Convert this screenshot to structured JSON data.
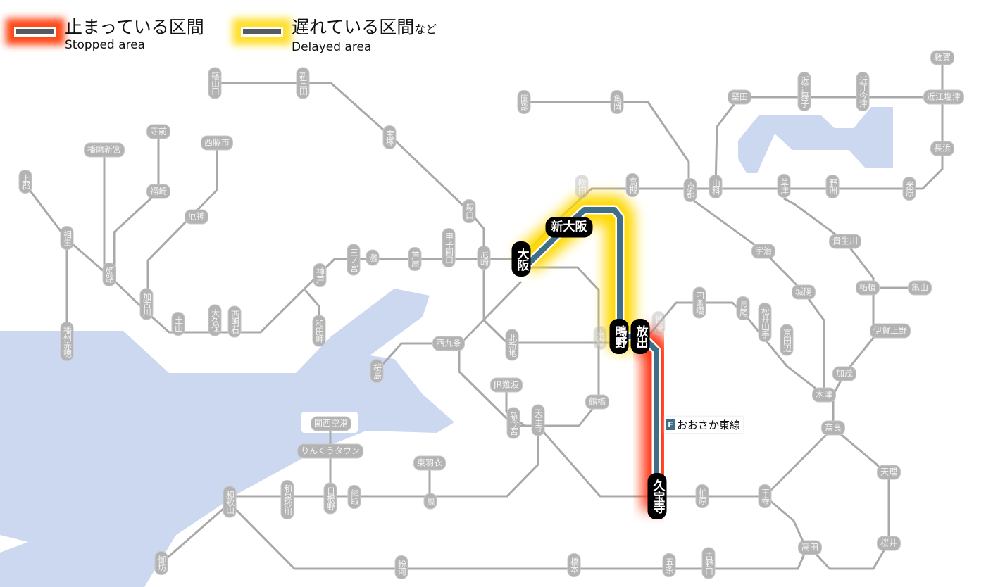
{
  "legend": {
    "stopped": {
      "jp": "止まっている区間",
      "en": "Stopped area",
      "color": "#ff3a10"
    },
    "delayed": {
      "jp": "遅れている区間",
      "jp_suffix": "など",
      "en": "Delayed area",
      "color": "#ffd800"
    }
  },
  "line_label": {
    "badge": "F",
    "name": "おおさか東線",
    "color": "#3f6e86"
  },
  "stations": [
    {
      "id": "sasayamaguchi",
      "name": "篠山口",
      "state": "normal"
    },
    {
      "id": "shinsanda",
      "name": "新三田",
      "state": "normal"
    },
    {
      "id": "takarazuka",
      "name": "宝塚",
      "state": "normal"
    },
    {
      "id": "tsukaguchi",
      "name": "塚口",
      "state": "normal"
    },
    {
      "id": "koshienguchi",
      "name": "甲子園口",
      "state": "normal"
    },
    {
      "id": "amagasaki",
      "name": "尼崎",
      "state": "normal"
    },
    {
      "id": "ashiya",
      "name": "芦屋",
      "state": "normal"
    },
    {
      "id": "nada",
      "name": "灘",
      "state": "normal"
    },
    {
      "id": "sannomiya",
      "name": "三ノ宮",
      "state": "normal"
    },
    {
      "id": "kobe",
      "name": "神戸",
      "state": "normal"
    },
    {
      "id": "wadamisaki",
      "name": "和田岬",
      "state": "normal"
    },
    {
      "id": "nishiakashi",
      "name": "西明石",
      "state": "normal"
    },
    {
      "id": "okubo",
      "name": "大久保",
      "state": "normal"
    },
    {
      "id": "tsuchiyama",
      "name": "土山",
      "state": "normal"
    },
    {
      "id": "kakogawa",
      "name": "加古川",
      "state": "normal"
    },
    {
      "id": "yakujin",
      "name": "厄神",
      "state": "normal"
    },
    {
      "id": "nishiwakishi",
      "name": "西脇市",
      "state": "normal"
    },
    {
      "id": "teramae",
      "name": "寺前",
      "state": "normal"
    },
    {
      "id": "fukusaki",
      "name": "福崎",
      "state": "normal"
    },
    {
      "id": "harimashingu",
      "name": "播磨新宮",
      "state": "normal"
    },
    {
      "id": "himeji",
      "name": "姫路",
      "state": "normal"
    },
    {
      "id": "kamigori",
      "name": "上郡",
      "state": "normal"
    },
    {
      "id": "aioi",
      "name": "相生",
      "state": "normal"
    },
    {
      "id": "banshuako",
      "name": "播州赤穂",
      "state": "normal"
    },
    {
      "id": "osaka",
      "name": "大阪",
      "state": "highlight"
    },
    {
      "id": "shinosaka",
      "name": "新大阪",
      "state": "highlight"
    },
    {
      "id": "suita",
      "name": "吹田",
      "state": "faded"
    },
    {
      "id": "takatsuki",
      "name": "高槻",
      "state": "normal"
    },
    {
      "id": "sonobe",
      "name": "園部",
      "state": "normal"
    },
    {
      "id": "kameoka",
      "name": "亀岡",
      "state": "normal"
    },
    {
      "id": "kyoto",
      "name": "京都",
      "state": "normal"
    },
    {
      "id": "yamashina",
      "name": "山科",
      "state": "normal"
    },
    {
      "id": "katata",
      "name": "堅田",
      "state": "normal"
    },
    {
      "id": "omimaiko",
      "name": "近江舞子",
      "state": "normal"
    },
    {
      "id": "omiimazu",
      "name": "近江今津",
      "state": "normal"
    },
    {
      "id": "omishiotsu",
      "name": "近江塩津",
      "state": "normal"
    },
    {
      "id": "tsuruga",
      "name": "敦賀",
      "state": "normal"
    },
    {
      "id": "nagahama",
      "name": "長浜",
      "state": "normal"
    },
    {
      "id": "maibara",
      "name": "米原",
      "state": "normal"
    },
    {
      "id": "kusatsu",
      "name": "草津",
      "state": "normal"
    },
    {
      "id": "yasu",
      "name": "野洲",
      "state": "normal"
    },
    {
      "id": "uji",
      "name": "宇治",
      "state": "normal"
    },
    {
      "id": "kibukawa",
      "name": "貴生川",
      "state": "normal"
    },
    {
      "id": "joyo",
      "name": "城陽",
      "state": "normal"
    },
    {
      "id": "tsuge",
      "name": "柘植",
      "state": "normal"
    },
    {
      "id": "kameyama",
      "name": "亀山",
      "state": "normal"
    },
    {
      "id": "igaueno",
      "name": "伊賀上野",
      "state": "normal"
    },
    {
      "id": "kamo",
      "name": "加茂",
      "state": "normal"
    },
    {
      "id": "kizu",
      "name": "木津",
      "state": "normal"
    },
    {
      "id": "nara",
      "name": "奈良",
      "state": "normal"
    },
    {
      "id": "tenri",
      "name": "天理",
      "state": "normal"
    },
    {
      "id": "sakurai",
      "name": "桜井",
      "state": "normal"
    },
    {
      "id": "takada",
      "name": "高田",
      "state": "normal"
    },
    {
      "id": "oji",
      "name": "王寺",
      "state": "normal"
    },
    {
      "id": "kashiwara",
      "name": "柏原",
      "state": "normal"
    },
    {
      "id": "kyuhoji",
      "name": "久宝寺",
      "state": "highlight"
    },
    {
      "id": "hanaten",
      "name": "放出",
      "state": "highlight"
    },
    {
      "id": "shigino",
      "name": "鴫野",
      "state": "highlight"
    },
    {
      "id": "tokuan",
      "name": "徳庵",
      "state": "faded"
    },
    {
      "id": "shijonawate",
      "name": "四条畷",
      "state": "normal"
    },
    {
      "id": "nagao",
      "name": "長尾",
      "state": "normal"
    },
    {
      "id": "matsuiyamate",
      "name": "松井山手",
      "state": "normal"
    },
    {
      "id": "kyotanabe",
      "name": "京田辺",
      "state": "normal"
    },
    {
      "id": "kyobashi",
      "name": "京橋",
      "state": "faded"
    },
    {
      "id": "kitashinchi",
      "name": "北新地",
      "state": "normal"
    },
    {
      "id": "nishikujo",
      "name": "西九条",
      "state": "normal"
    },
    {
      "id": "sakurajima",
      "name": "桜島",
      "state": "normal"
    },
    {
      "id": "jrnamba",
      "name": "JR難波",
      "state": "normal"
    },
    {
      "id": "tsuruhashi",
      "name": "鶴橋",
      "state": "normal"
    },
    {
      "id": "shinimamiya",
      "name": "新今宮",
      "state": "normal"
    },
    {
      "id": "tennoji",
      "name": "天王寺",
      "state": "normal"
    },
    {
      "id": "kansaiairport",
      "name": "関西空港",
      "state": "normal"
    },
    {
      "id": "rinkutown",
      "name": "りんくうタウン",
      "state": "normal"
    },
    {
      "id": "higashihagoromo",
      "name": "東羽衣",
      "state": "normal"
    },
    {
      "id": "otori",
      "name": "鳳",
      "state": "normal"
    },
    {
      "id": "kumatori",
      "name": "熊取",
      "state": "normal"
    },
    {
      "id": "hineno",
      "name": "日根野",
      "state": "normal"
    },
    {
      "id": "izumisunagawa",
      "name": "和泉砂川",
      "state": "normal"
    },
    {
      "id": "wakayama",
      "name": "和歌山",
      "state": "normal"
    },
    {
      "id": "gobo",
      "name": "御坊",
      "state": "normal"
    },
    {
      "id": "kokawa",
      "name": "粉河",
      "state": "normal"
    },
    {
      "id": "hashimoto",
      "name": "橋本",
      "state": "normal"
    },
    {
      "id": "gojo",
      "name": "五条",
      "state": "normal"
    },
    {
      "id": "yoshinoguchi",
      "name": "吉野口",
      "state": "normal"
    }
  ]
}
